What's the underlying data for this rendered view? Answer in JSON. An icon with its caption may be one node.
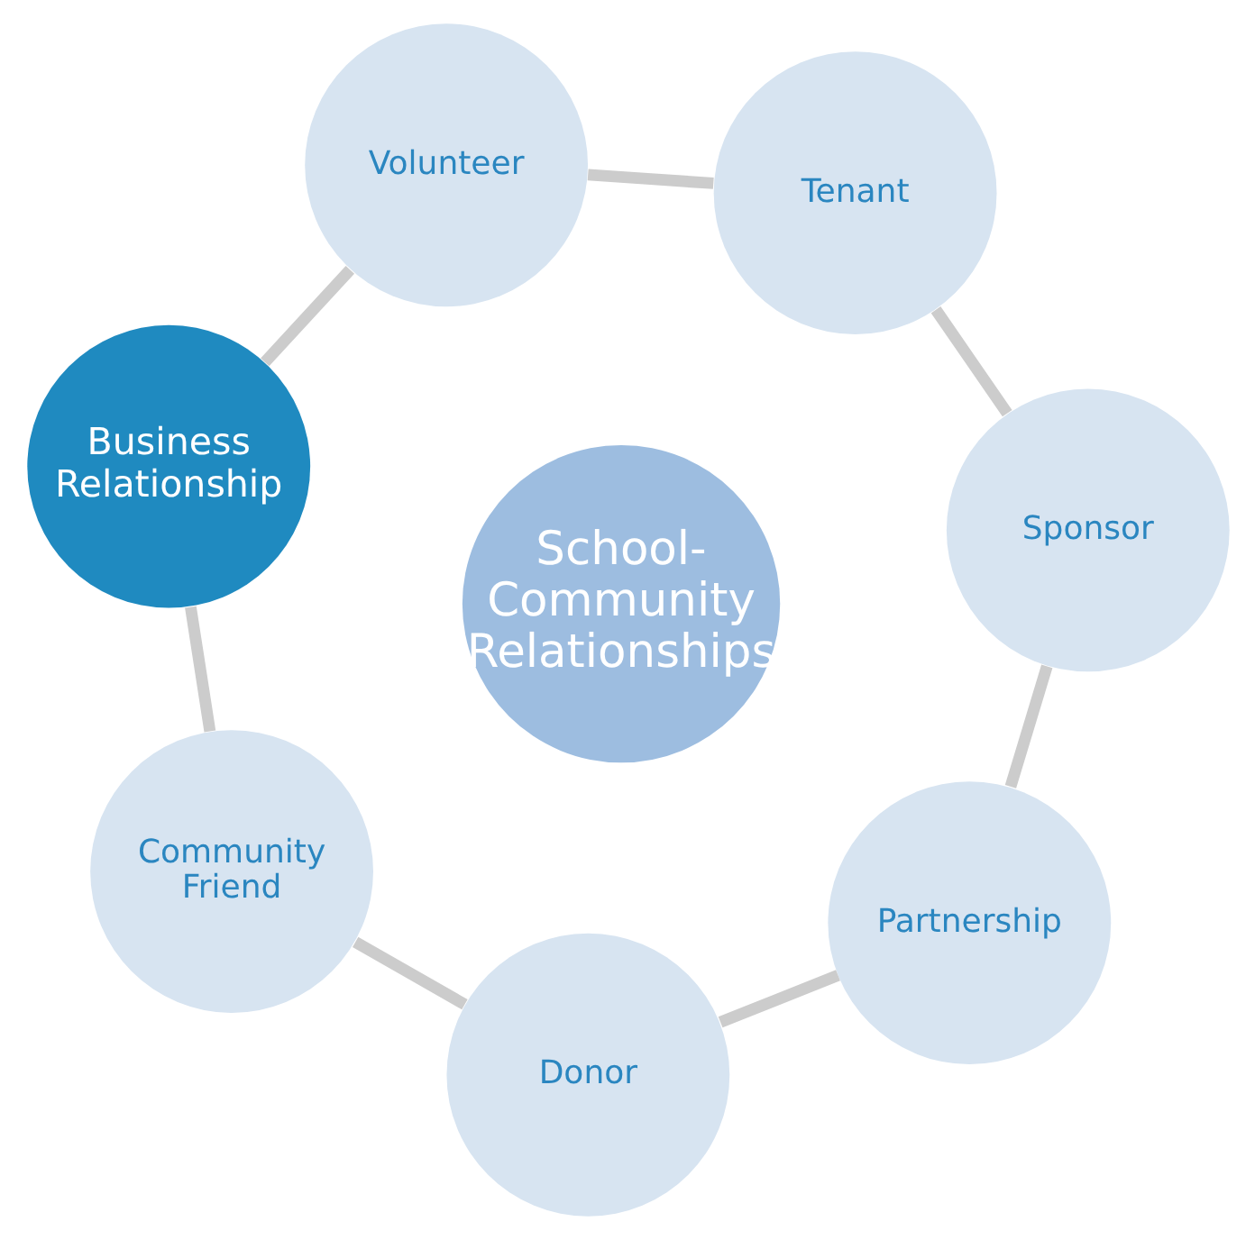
{
  "diagram": {
    "nodes": [
      {
        "text": [
          "Business Relationship"
        ]
      },
      {
        "text": [
          "Volunteer"
        ]
      },
      {
        "text": [
          "Community Friend"
        ]
      },
      {
        "text": [
          "School-Community Relationships"
        ]
      },
      {
        "text": [
          "Tenant"
        ]
      },
      {
        "text": [
          "Donor"
        ]
      },
      {
        "text": [
          "Sponsor"
        ]
      },
      {
        "text": [
          "Partnership"
        ]
      }
    ],
    "edges": [
      {
        "from": 0,
        "to": 2,
        "arrow": "none"
      },
      {
        "from": 2,
        "to": 5,
        "arrow": "none"
      },
      {
        "from": 5,
        "to": 7,
        "arrow": "none"
      },
      {
        "from": 7,
        "to": 6,
        "arrow": "none"
      },
      {
        "from": 6,
        "to": 4,
        "arrow": "none"
      },
      {
        "from": 4,
        "to": 1,
        "arrow": "none"
      },
      {
        "from": 1,
        "to": 0,
        "arrow": "none"
      }
    ]
  }
}
